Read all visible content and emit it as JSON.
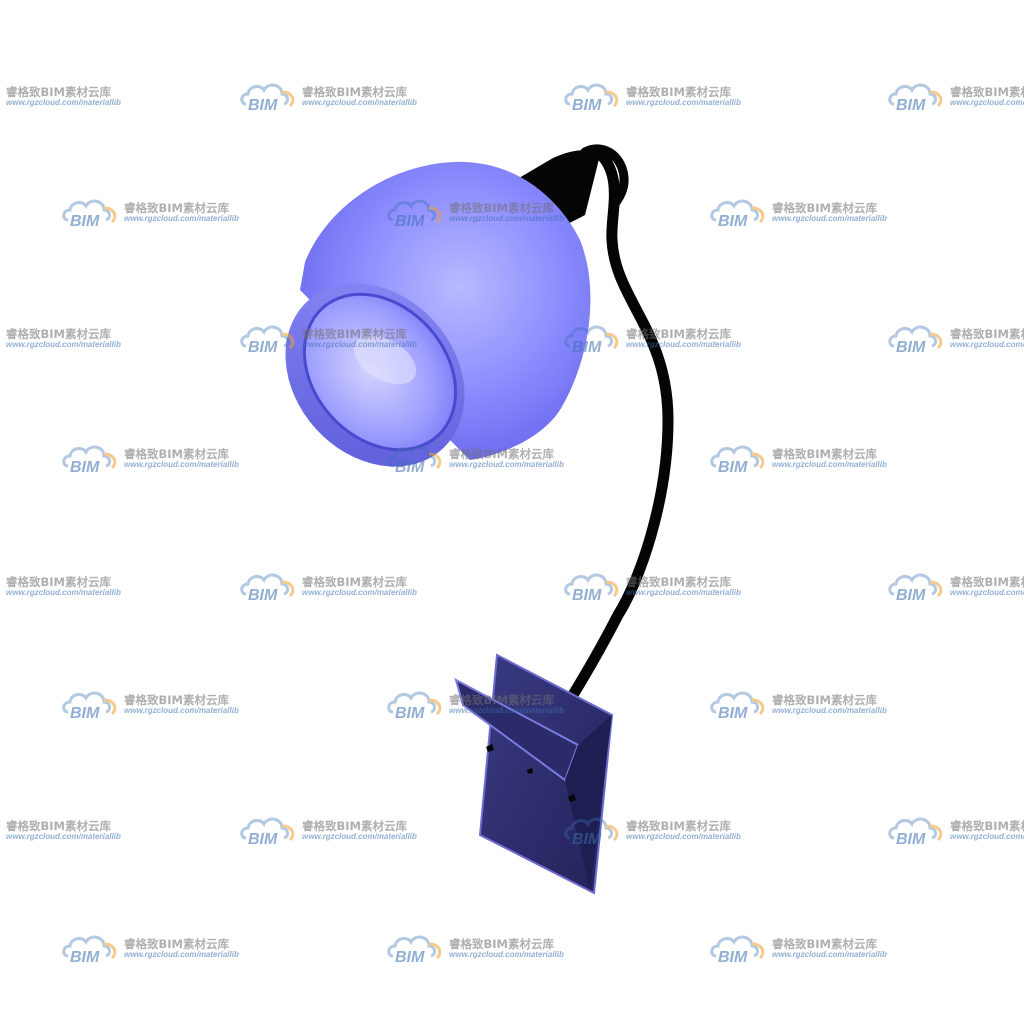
{
  "watermark": {
    "brand_text": "BIM",
    "site_name": "睿格致BIM素材云库",
    "url": "www.rgzcloud.com/materiallib"
  },
  "colors": {
    "shade_light": "#b8b8ff",
    "shade_mid": "#8a8aff",
    "shade_dark": "#4e4ed8",
    "arm": "#050505",
    "mount_plate": "#2e2d6e",
    "watermark_blue": "#3a6fb0",
    "watermark_orange": "#f0a030"
  },
  "icons": [
    "bim-cloud-logo-icon"
  ]
}
